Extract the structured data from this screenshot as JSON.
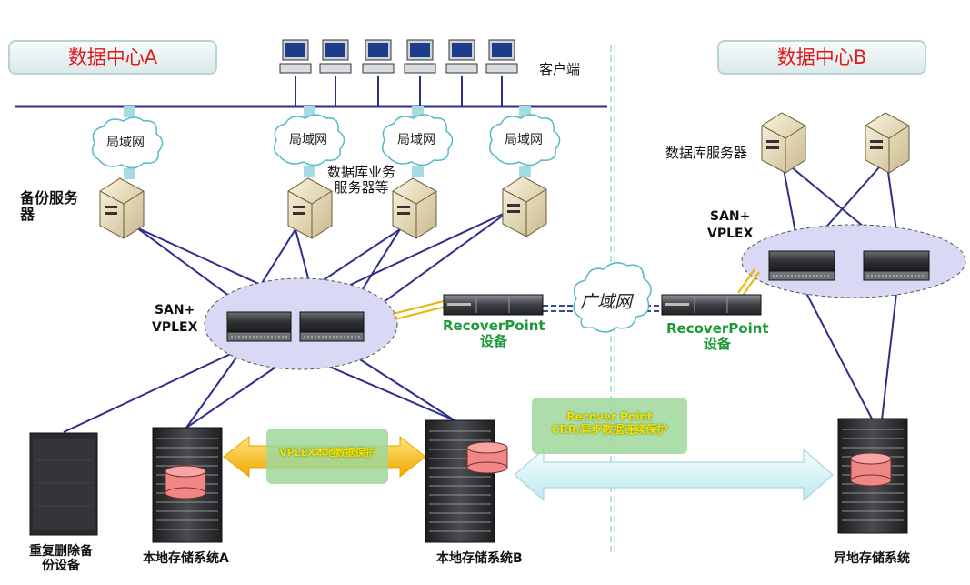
{
  "datacenter_a": "数据中心A",
  "datacenter_b": "数据中心B",
  "clients_label": "客户端",
  "lan_label": "局域网",
  "wan_label": "广域网",
  "backup_server_label": "备份服务\n器",
  "db_app_servers_label": "数据库业务\n服务器等",
  "db_server_label": "数据库服务器",
  "san_vplex_label": "SAN+\nVPLEX",
  "recoverpoint_label": "RecoverPoint\n设备",
  "vplex_local_protect": "VPLEX本地数据保护",
  "recoverpoint_remote_protect": "Recover Point\nCRR/异步数据连续保护",
  "dedup_device_label": "重复删除备\n份设备",
  "local_storage_a_label": "本地存储系统A",
  "local_storage_b_label": "本地存储系统B",
  "remote_storage_label": "异地存储系统",
  "colors": {
    "link": "#2e2e8c",
    "dc_title": "#e0191d",
    "green_text": "#1c9a3a",
    "vplex_fill": "#d9d9f5",
    "fc_link": "#e6b800",
    "wan_link": "#3a4a8c"
  }
}
